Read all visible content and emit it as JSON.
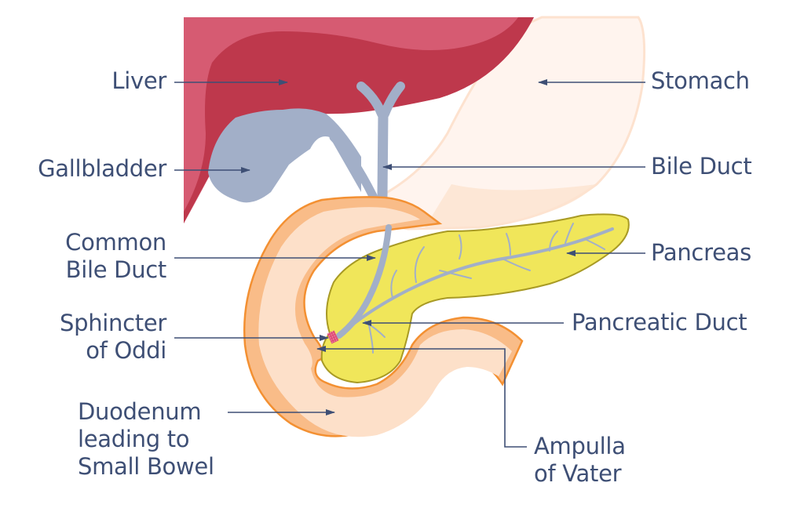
{
  "title": "Biliary and Pancreatic Anatomy",
  "colors": {
    "liver_light": "#d65b72",
    "liver_dark": "#be384c",
    "gallbladder": "#a2afc8",
    "stomach": "#fff4ee",
    "duodenum_outer": "#f9bc88",
    "duodenum_inner": "#fde0c9",
    "duodenum_stroke": "#f39032",
    "pancreas": "#f0e65a",
    "pancreas_stroke": "#a89a24",
    "sphincter": "#e0507a",
    "label_text": "#3e4f75",
    "leader_line": "#3e4f75"
  },
  "labels": {
    "liver": [
      "Liver"
    ],
    "gallbladder": [
      "Gallbladder"
    ],
    "common_bile_duct": [
      "Common",
      "Bile Duct"
    ],
    "sphincter_of_oddi": [
      "Sphincter",
      "of Oddi"
    ],
    "duodenum": [
      "Duodenum",
      "leading to",
      "Small Bowel"
    ],
    "stomach": [
      "Stomach"
    ],
    "bile_duct": [
      "Bile Duct"
    ],
    "pancreas": [
      "Pancreas"
    ],
    "pancreatic_duct": [
      "Pancreatic Duct"
    ],
    "ampulla_of_vater": [
      "Ampulla",
      "of Vater"
    ]
  }
}
